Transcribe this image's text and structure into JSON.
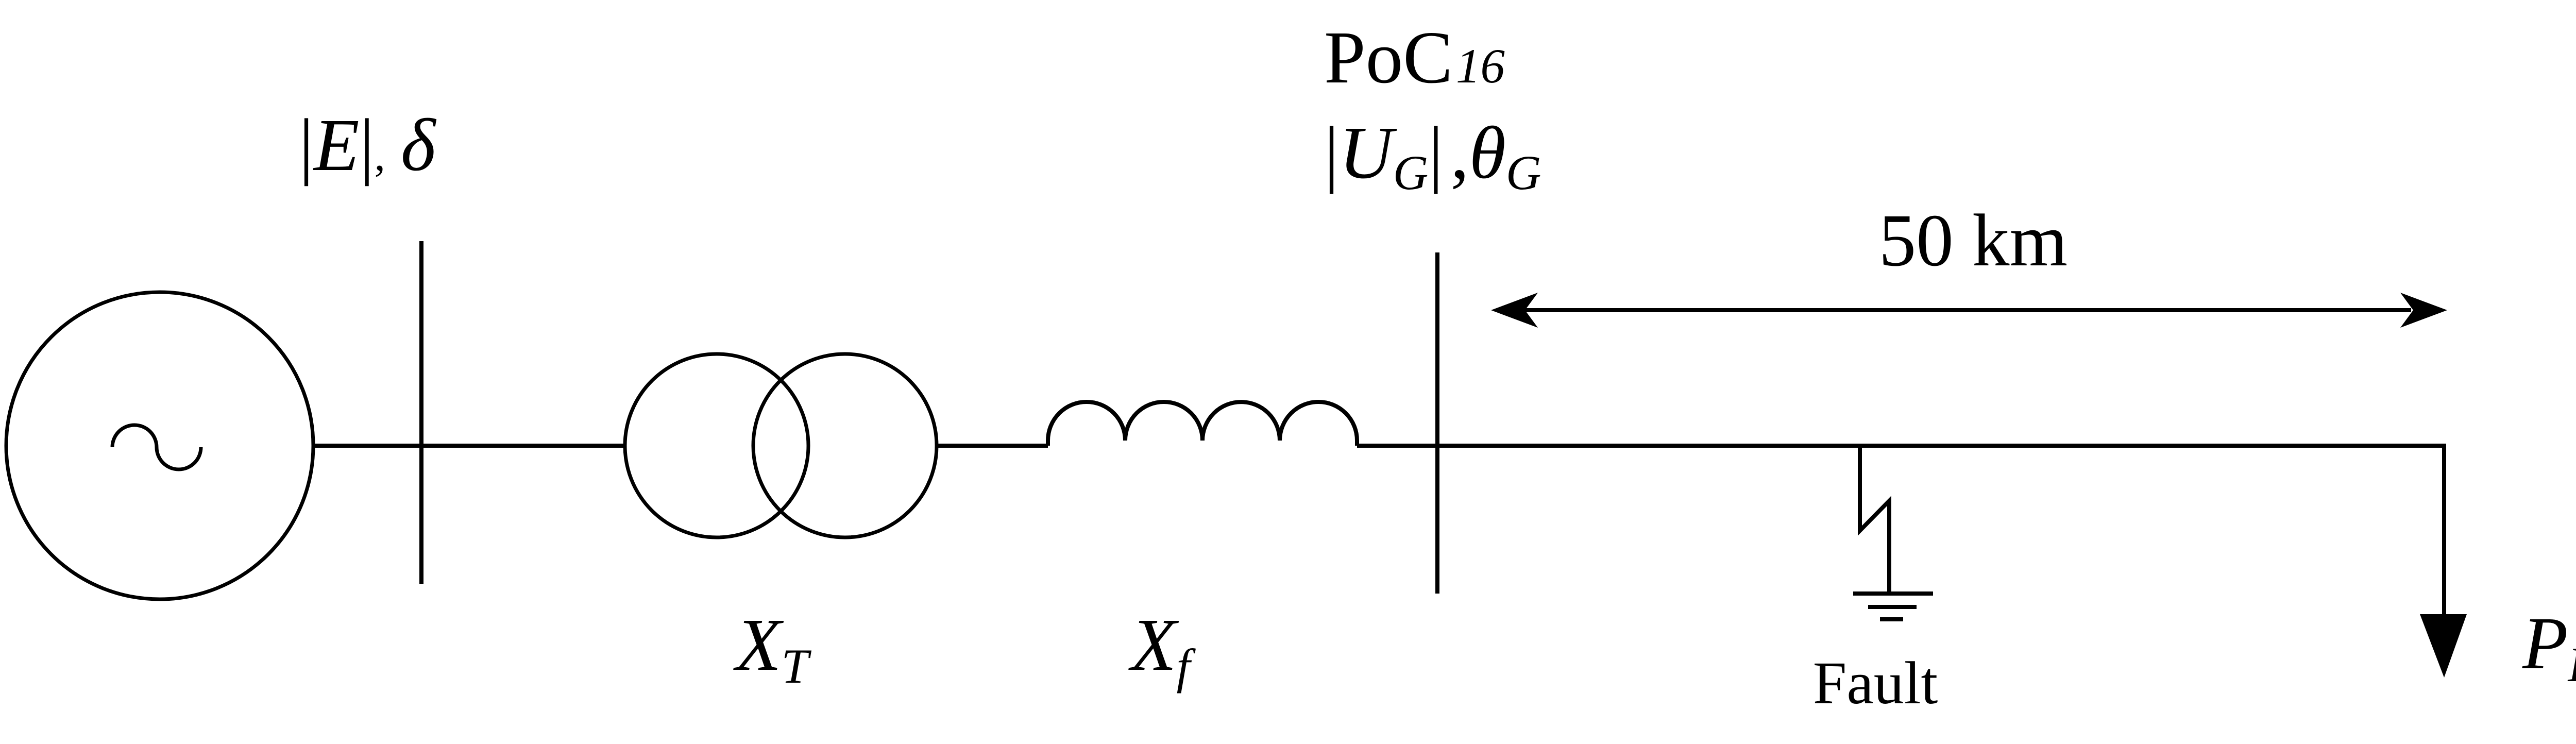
{
  "labels": {
    "source_voltage": {
      "abs_open": "|",
      "symbol": "E",
      "abs_close": "|",
      "comma": ",",
      "angle": "δ"
    },
    "poc": {
      "name": "PoC",
      "index": "16"
    },
    "poc_voltage": {
      "abs_open": "|",
      "symbol": "U",
      "subscript": "G",
      "abs_close": "|",
      "comma": ",",
      "angle": "θ",
      "angle_subscript": "G"
    },
    "distance": "50 km",
    "transformer": {
      "symbol": "X",
      "subscript": "T"
    },
    "filter": {
      "symbol": "X",
      "subscript": "f"
    },
    "fault": "Fault",
    "load": {
      "symbol": "P",
      "subscript": "D"
    }
  },
  "icons": {
    "generator": "ac-source-icon",
    "transformer": "two-winding-transformer-icon",
    "filter": "inductor-coil-icon",
    "fault": "fault-lightning-icon",
    "ground": "ground-icon",
    "load": "load-arrow-icon",
    "distance": "double-headed-arrow-icon"
  }
}
